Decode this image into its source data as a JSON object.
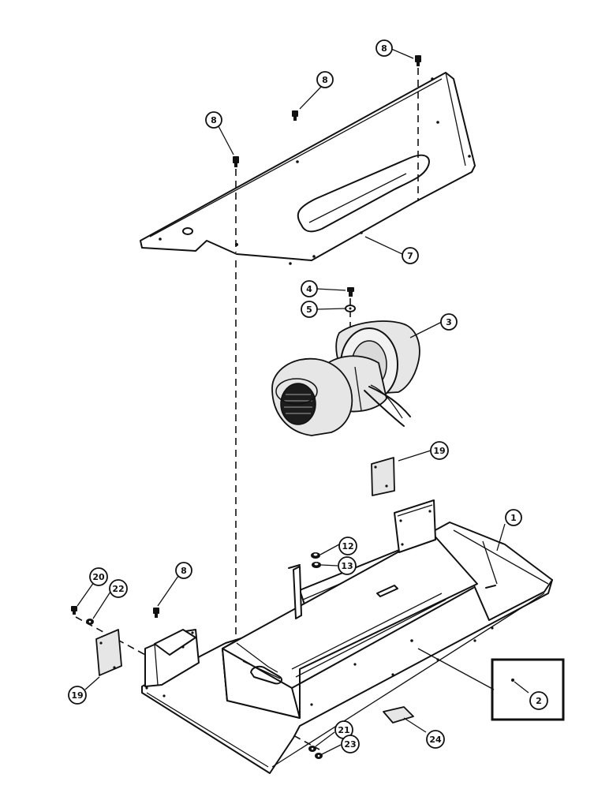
{
  "callouts": {
    "c8_top_right": "8",
    "c8_top_mid": "8",
    "c8_top_left": "8",
    "c7": "7",
    "c4": "4",
    "c5": "5",
    "c3": "3",
    "c19_right": "19",
    "c1": "1",
    "c12": "12",
    "c13": "13",
    "c8_lower": "8",
    "c20": "20",
    "c22": "22",
    "c19_left": "19",
    "c2": "2",
    "c21": "21",
    "c23": "23",
    "c24": "24"
  }
}
